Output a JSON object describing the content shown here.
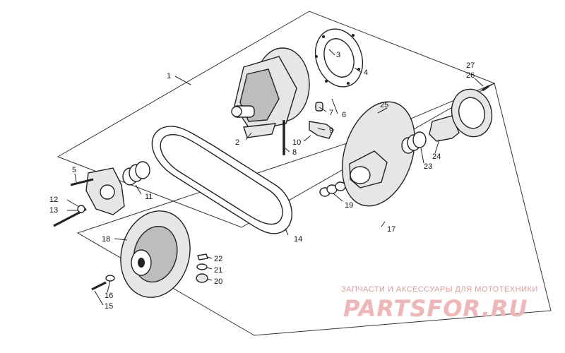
{
  "diagram": {
    "callouts": {
      "c1": "1",
      "c2": "2",
      "c3": "3",
      "c4": "4",
      "c5": "5",
      "c6": "6",
      "c7": "7",
      "c8": "8",
      "c9": "9",
      "c10": "10",
      "c11": "11",
      "c12": "12",
      "c13": "13",
      "c14": "14",
      "c15": "15",
      "c16": "16",
      "c17": "17",
      "c18": "18",
      "c19": "19",
      "c20": "20",
      "c21": "21",
      "c22": "22",
      "c23": "23",
      "c24": "24",
      "c25": "25",
      "c26": "26",
      "c27": "27"
    }
  },
  "watermark": {
    "tagline": "ЗАПЧАСТИ И АКСЕССУАРЫ ДЛЯ МОТОТЕХНИКИ",
    "logo": "PARTSFOR.RU"
  },
  "colors": {
    "line": "#222222",
    "part_fill": "#e6e6e6",
    "watermark": "#e49a9a"
  }
}
